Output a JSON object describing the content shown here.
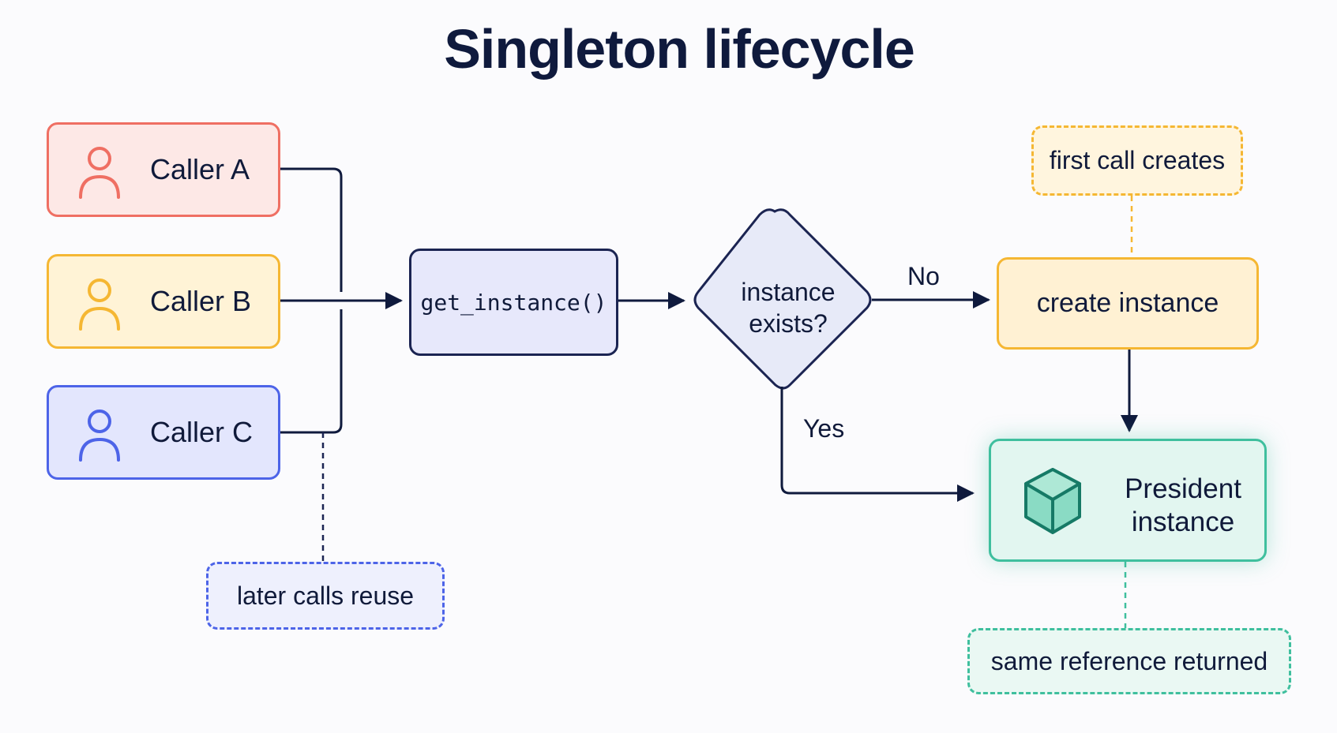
{
  "title": "Singleton lifecycle",
  "callers": [
    {
      "label": "Caller A",
      "color": "#ef6f63"
    },
    {
      "label": "Caller B",
      "color": "#f5b733"
    },
    {
      "label": "Caller C",
      "color": "#4d64e8"
    }
  ],
  "get_instance": {
    "label": "get_instance()"
  },
  "decision": {
    "label_line1": "instance",
    "label_line2": "exists?"
  },
  "edges": {
    "no": "No",
    "yes": "Yes"
  },
  "create_instance": {
    "label": "create instance"
  },
  "singleton_instance": {
    "label_line1": "President",
    "label_line2": "instance",
    "icon": "cube-icon"
  },
  "notes": {
    "later_calls": "later calls reuse",
    "first_call": "first call creates",
    "same_reference": "same reference returned"
  },
  "colors": {
    "navy": "#1b2452",
    "red": "#ef6f63",
    "amber": "#f5b733",
    "blue": "#4d64e8",
    "teal": "#3fbf9e"
  }
}
